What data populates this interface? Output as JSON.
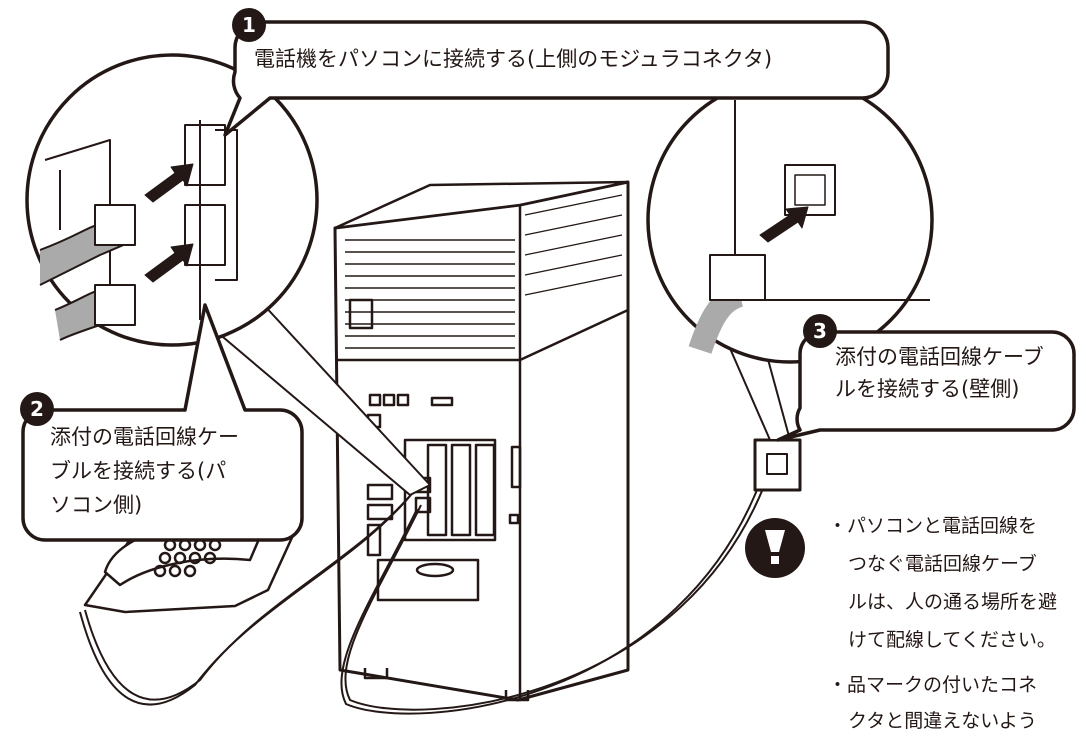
{
  "callouts": [
    {
      "number": "1",
      "text": "電話機をパソコンに接続する(上側のモジュラコネクタ)"
    },
    {
      "number": "2",
      "lines": [
        "添付の電話回線ケー",
        "ブルを接続する(パ",
        "ソコン側)"
      ]
    },
    {
      "number": "3",
      "lines": [
        "添付の電話回線ケーブ",
        "ルを接続する(壁側)"
      ]
    }
  ],
  "note": {
    "icon": "caution-icon",
    "bullet_1": [
      "・パソコンと電話回線を",
      "つなぐ電話回線ケーブ",
      "ルは、人の通る場所を避",
      "けて配線してください。"
    ],
    "bullet_2": [
      "・品マークの付いたコネ",
      "クタと間違えないよう"
    ]
  }
}
